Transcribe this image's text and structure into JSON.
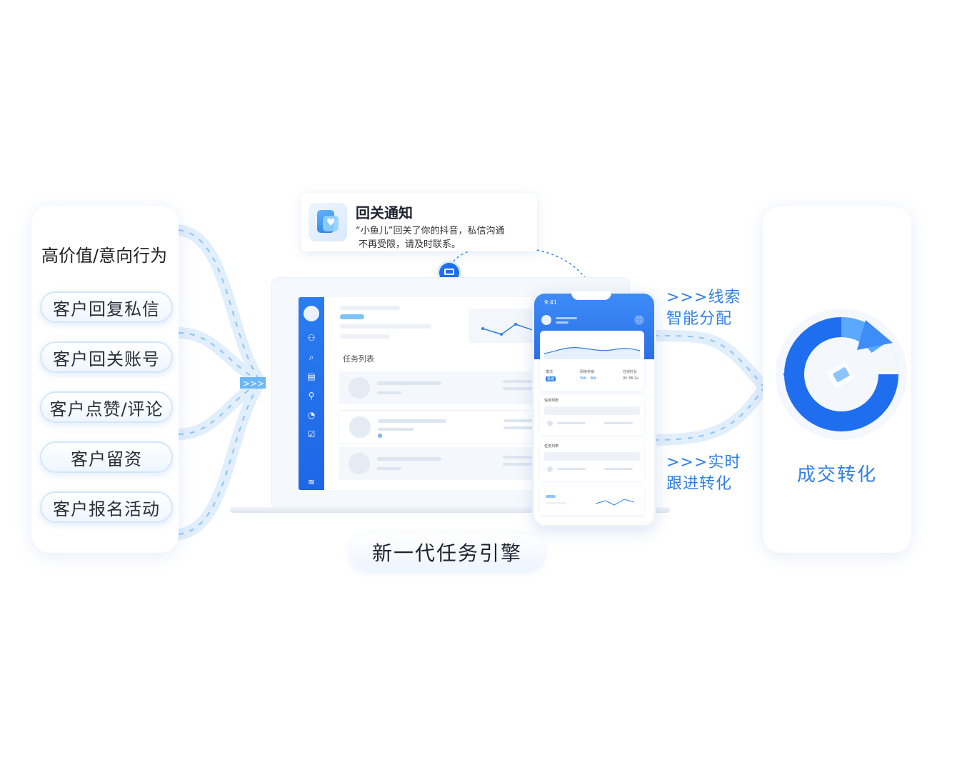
{
  "left_panel": {
    "title": "高价值/意向行为",
    "items": [
      "客户回复私信",
      "客户回关账号",
      "客户点赞/评论",
      "客户留资",
      "客户报名活动"
    ]
  },
  "notification": {
    "title": "回关通知",
    "line1": "“小鱼儿”回关了你的抖音，私信沟通",
    "line2": "不再受限，请及时联系。",
    "icon": "heart-card-icon"
  },
  "dashboard": {
    "task_list_label": "任务列表"
  },
  "phone": {
    "time": "9:41",
    "mode_label": "模式",
    "mode_value": "极速",
    "network_label": "网络传输",
    "net_up": "5kb",
    "net_down": "3kb",
    "online_label": "在线时长",
    "online_value": "05:36:2s",
    "section1": "任务列表",
    "section2": "任务列表"
  },
  "engine_label": "新一代任务引擎",
  "flow_top": {
    "arrows": ">>>",
    "line1": "线索",
    "line2": "智能分配"
  },
  "flow_bottom": {
    "arrows": ">>>",
    "line1": "实时",
    "line2": "跟进转化"
  },
  "result": {
    "label": "成交转化"
  },
  "colors": {
    "accent": "#2f80e6",
    "brand_blue": "#1f6ef0",
    "road": "#e1eefc"
  }
}
